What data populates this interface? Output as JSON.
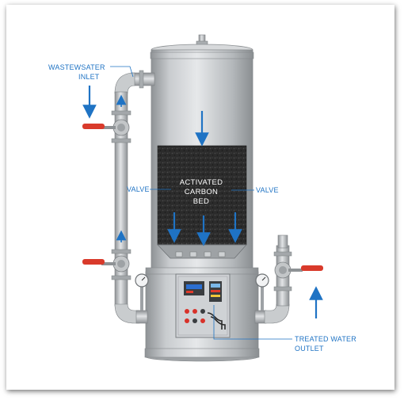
{
  "labels": {
    "inlet_line1": "WASTEWSATER",
    "inlet_line2": "INLET",
    "valve_left": "VALVE",
    "valve_right": "VALVE",
    "bed_line1": "ACTIVATED",
    "bed_line2": "CARBON",
    "bed_line3": "BED",
    "outlet_line1": "TREATED WATER",
    "outlet_line2": "OUTLET"
  },
  "colors": {
    "callout": "#1f73c4",
    "steel": "#b7babd",
    "carbon": "#2a2a2a",
    "valve_handle": "#d93a2b",
    "led_display": "#2c6fd1"
  }
}
